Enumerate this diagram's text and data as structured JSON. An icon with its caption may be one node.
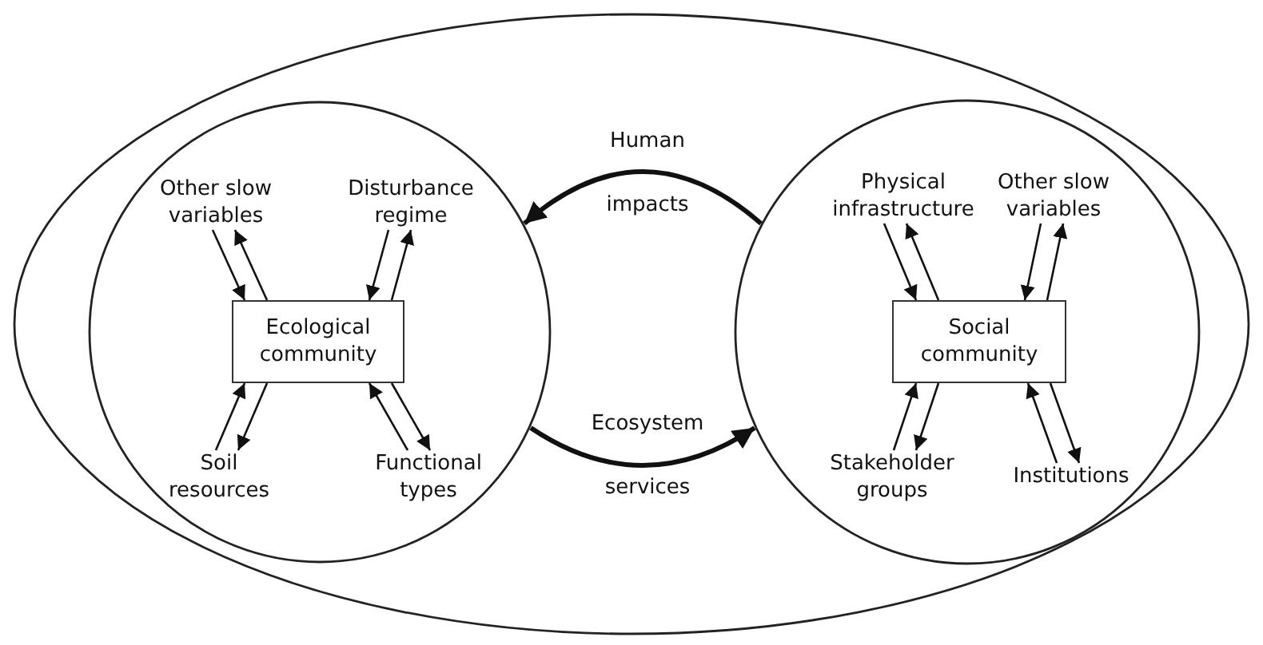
{
  "diagram": {
    "nodes": [
      {
        "text": [],
        "shape": "ellipse"
      },
      {
        "text": [],
        "shape": "circle",
        "in": 0
      },
      {
        "text": [
          "Ecological community"
        ],
        "in": 1
      },
      {
        "text": [
          "Other slow variables"
        ],
        "in": 1
      },
      {
        "text": [
          "Disturbance regime"
        ],
        "in": 1
      },
      {
        "text": [
          "Soil resources"
        ],
        "in": 1
      },
      {
        "text": [
          "Functional types"
        ],
        "in": 1
      },
      {
        "text": [],
        "shape": "circle",
        "in": 0
      },
      {
        "text": [
          "Social community"
        ],
        "in": 7
      },
      {
        "text": [
          "Physical infrastructure"
        ],
        "in": 7
      },
      {
        "text": [
          "Other slow variables"
        ],
        "in": 7
      },
      {
        "text": [
          "Stakeholder groups"
        ],
        "in": 7
      },
      {
        "text": [
          "Institutions"
        ],
        "in": 7
      }
    ],
    "edges": [
      {
        "from": 2,
        "to": 3,
        "arrow": "to"
      },
      {
        "from": 3,
        "to": 2,
        "arrow": "to"
      },
      {
        "from": 2,
        "to": 4,
        "arrow": "to"
      },
      {
        "from": 4,
        "to": 2,
        "arrow": "to"
      },
      {
        "from": 2,
        "to": 5,
        "arrow": "to"
      },
      {
        "from": 5,
        "to": 2,
        "arrow": "to"
      },
      {
        "from": 2,
        "to": 6,
        "arrow": "to"
      },
      {
        "from": 6,
        "to": 2,
        "arrow": "to"
      },
      {
        "from": 8,
        "to": 9,
        "arrow": "to"
      },
      {
        "from": 9,
        "to": 8,
        "arrow": "to"
      },
      {
        "from": 8,
        "to": 10,
        "arrow": "to"
      },
      {
        "from": 10,
        "to": 8,
        "arrow": "to"
      },
      {
        "from": 8,
        "to": 11,
        "arrow": "to"
      },
      {
        "from": 11,
        "to": 8,
        "arrow": "to"
      },
      {
        "from": 8,
        "to": 12,
        "arrow": "to"
      },
      {
        "from": 12,
        "to": 8,
        "arrow": "to"
      },
      {
        "from": 7,
        "to": 1,
        "arrow": "to",
        "label": "Human impacts",
        "style": "thick"
      },
      {
        "from": 1,
        "to": 7,
        "arrow": "to",
        "label": "Ecosystem services",
        "style": "thick"
      }
    ]
  }
}
